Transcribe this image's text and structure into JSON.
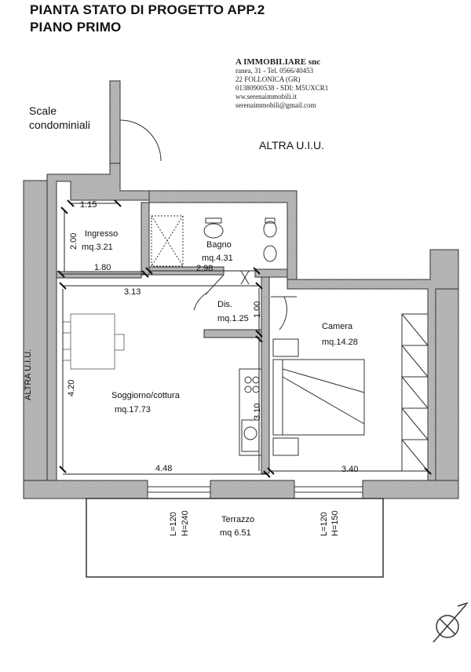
{
  "header": {
    "title_line1": "PIANTA STATO DI PROGETTO APP.2",
    "title_line2": "PIANO PRIMO"
  },
  "agency": {
    "name": "A IMMOBILIARE snc",
    "line1": "ranea, 31 - Tel. 0566/40453",
    "line2": "22 FOLLONICA (GR)",
    "line3": "01380900538 - SDI: M5UXCR1",
    "line4": "ww.serenaimmobili.it",
    "line5": "serenaimmobili@gmail.com"
  },
  "labels": {
    "scale": "Scale",
    "condominiali": "condominiali",
    "altra_top": "ALTRA U.I.U.",
    "altra_left": "ALTRA U.I.U."
  },
  "rooms": {
    "ingresso": {
      "name": "Ingresso",
      "area": "mq.3.21"
    },
    "bagno": {
      "name": "Bagno",
      "area": "mq.4.31"
    },
    "dis": {
      "name": "Dis.",
      "area": "mq.1.25"
    },
    "camera": {
      "name": "Camera",
      "area": "mq.14.28"
    },
    "soggiorno": {
      "name": "Soggiorno/cottura",
      "area": "mq.17.73"
    },
    "terrazzo": {
      "name": "Terrazzo",
      "area": "mq 6.51"
    }
  },
  "dimensions": {
    "d115": "1.15",
    "d200": "2.00",
    "d180": "1.80",
    "d298": "2.98",
    "d313": "3.13",
    "d100": "1.00",
    "d420": "4.20",
    "d310": "3.10",
    "d448": "4.48",
    "d340": "3.40"
  },
  "windows": {
    "w1_l": "L=120",
    "w1_h": "H=240",
    "w2_l": "L=120",
    "w2_h": "H=150"
  }
}
